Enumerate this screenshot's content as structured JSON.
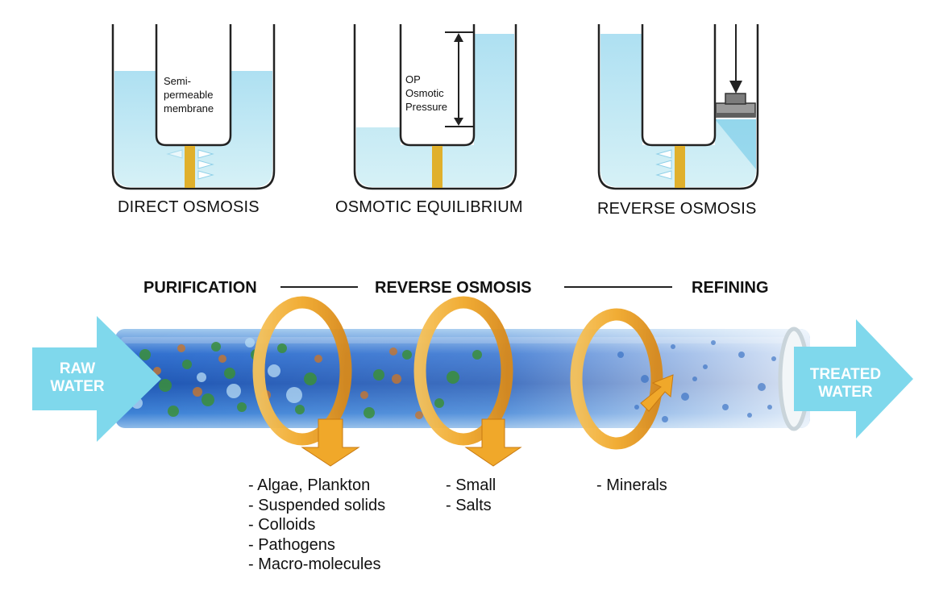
{
  "top_diagrams": {
    "direct": {
      "caption": "DIRECT OSMOSIS",
      "membrane_label": [
        "Semi-",
        "permeable",
        "membrane"
      ]
    },
    "equilibrium": {
      "caption": "OSMOTIC EQUILIBRIUM",
      "pressure_label": [
        "OP",
        "Osmotic",
        "Pressure"
      ]
    },
    "reverse": {
      "caption": "REVERSE OSMOSIS"
    }
  },
  "pipeline": {
    "stages": [
      "PURIFICATION",
      "REVERSE OSMOSIS",
      "REFINING"
    ],
    "input_label": [
      "RAW",
      "WATER"
    ],
    "output_label": [
      "TREATED",
      "WATER"
    ],
    "removed": {
      "purification": [
        "- Algae, Plankton",
        "- Suspended solids",
        "- Colloids",
        "- Pathogens",
        "- Macro-molecules"
      ],
      "reverse_osmosis": [
        "- Small",
        "- Salts"
      ],
      "refining": [
        "- Minerals"
      ]
    }
  },
  "colors": {
    "water_light": "#cdeef4",
    "water_blue": "#a9ddf0",
    "arrow_cyan": "#7fd8ec",
    "pipe_blue": "#2a66c2",
    "membrane_gold": "#e0b02c",
    "ring_orange": "#f0a82a"
  }
}
